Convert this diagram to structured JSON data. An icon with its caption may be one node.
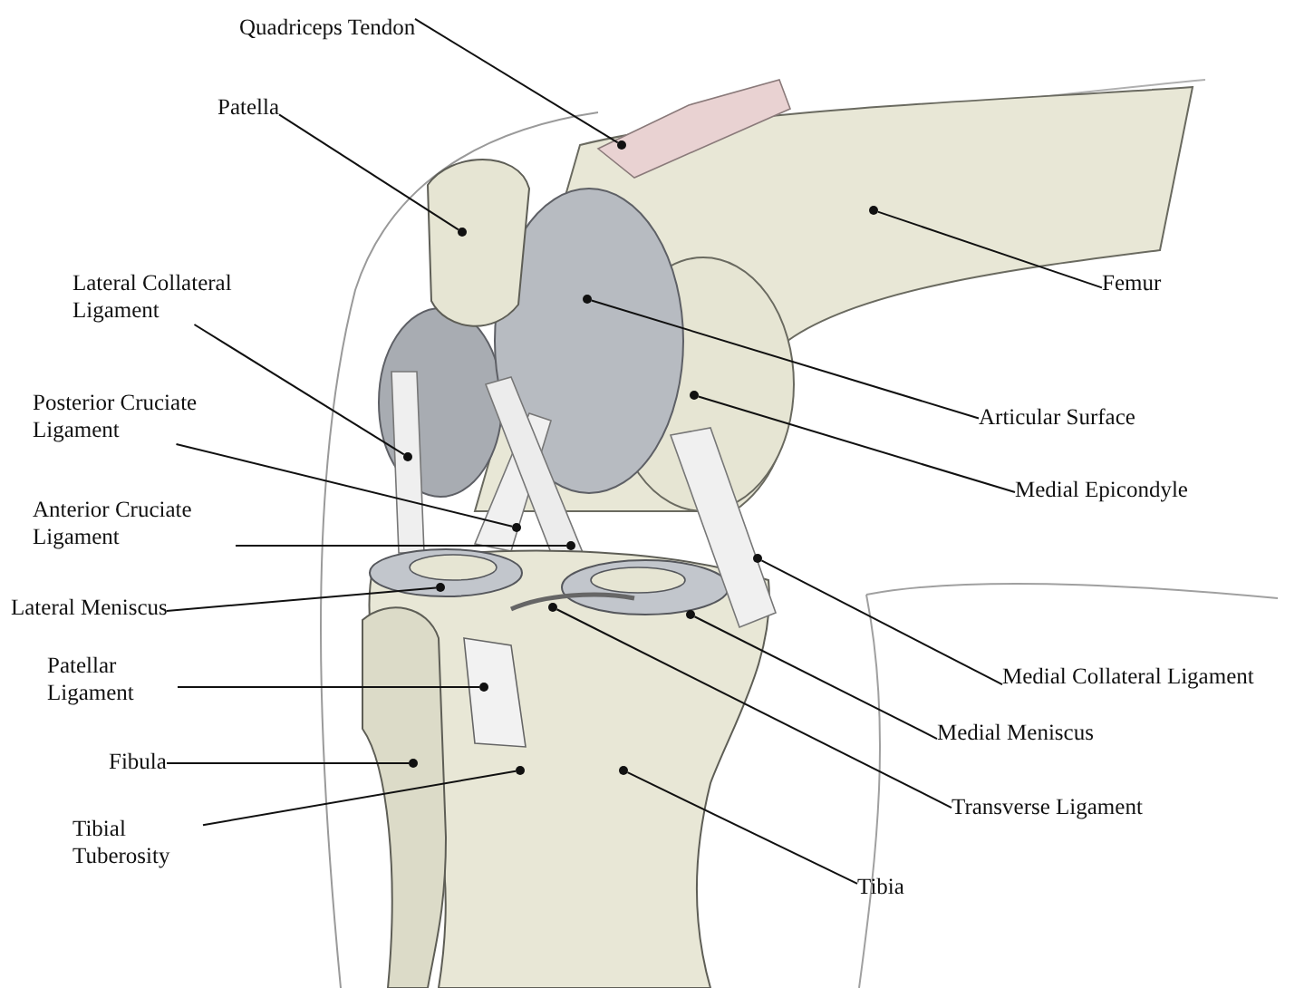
{
  "diagram": {
    "nodes": [
      {
        "text": [
          "Quadriceps Tendon"
        ]
      },
      {
        "text": [
          "Patella"
        ]
      },
      {
        "text": [
          "Femur"
        ]
      },
      {
        "text": [
          "Lateral Collateral Ligament"
        ]
      },
      {
        "text": [
          "Posterior Cruciate Ligament"
        ]
      },
      {
        "text": [
          "Articular Surface"
        ]
      },
      {
        "text": [
          "Anterior Cruciate Ligament"
        ]
      },
      {
        "text": [
          "Medial Epicondyle"
        ]
      },
      {
        "text": [
          "Lateral Meniscus"
        ]
      },
      {
        "text": [
          "Patellar Ligament"
        ]
      },
      {
        "text": [
          "Medial Collateral Ligament"
        ]
      },
      {
        "text": [
          "Medial Meniscus"
        ]
      },
      {
        "text": [
          "Fibula"
        ]
      },
      {
        "text": [
          "Transverse Ligament"
        ]
      },
      {
        "text": [
          "Tibial Tuberosity"
        ]
      },
      {
        "text": [
          "Tibia"
        ]
      },
      {
        "text": [],
        "shape": "circle"
      },
      {
        "text": [],
        "shape": "circle"
      },
      {
        "text": [],
        "shape": "circle"
      },
      {
        "text": [],
        "shape": "circle"
      },
      {
        "text": [],
        "shape": "circle"
      },
      {
        "text": [],
        "shape": "circle"
      },
      {
        "text": [],
        "shape": "circle"
      },
      {
        "text": [],
        "shape": "circle"
      },
      {
        "text": [],
        "shape": "circle"
      },
      {
        "text": [],
        "shape": "circle"
      },
      {
        "text": [],
        "shape": "circle"
      },
      {
        "text": [],
        "shape": "circle"
      },
      {
        "text": [],
        "shape": "circle"
      },
      {
        "text": [],
        "shape": "circle"
      },
      {
        "text": [],
        "shape": "circle"
      },
      {
        "text": [],
        "shape": "circle"
      }
    ],
    "edges": [
      {
        "from": 0,
        "to": 16,
        "arrow": "none"
      },
      {
        "from": 1,
        "to": 17,
        "arrow": "none"
      },
      {
        "from": 2,
        "to": 18,
        "arrow": "none"
      },
      {
        "from": 3,
        "to": 19,
        "arrow": "none"
      },
      {
        "from": 4,
        "to": 20,
        "arrow": "none"
      },
      {
        "from": 5,
        "to": 21,
        "arrow": "none"
      },
      {
        "from": 6,
        "to": 22,
        "arrow": "none"
      },
      {
        "from": 7,
        "to": 23,
        "arrow": "none"
      },
      {
        "from": 8,
        "to": 24,
        "arrow": "none"
      },
      {
        "from": 9,
        "to": 25,
        "arrow": "none"
      },
      {
        "from": 10,
        "to": 26,
        "arrow": "none"
      },
      {
        "from": 11,
        "to": 27,
        "arrow": "none"
      },
      {
        "from": 12,
        "to": 28,
        "arrow": "none"
      },
      {
        "from": 13,
        "to": 29,
        "arrow": "none"
      },
      {
        "from": 14,
        "to": 30,
        "arrow": "none"
      },
      {
        "from": 15,
        "to": 31,
        "arrow": "none"
      }
    ]
  }
}
